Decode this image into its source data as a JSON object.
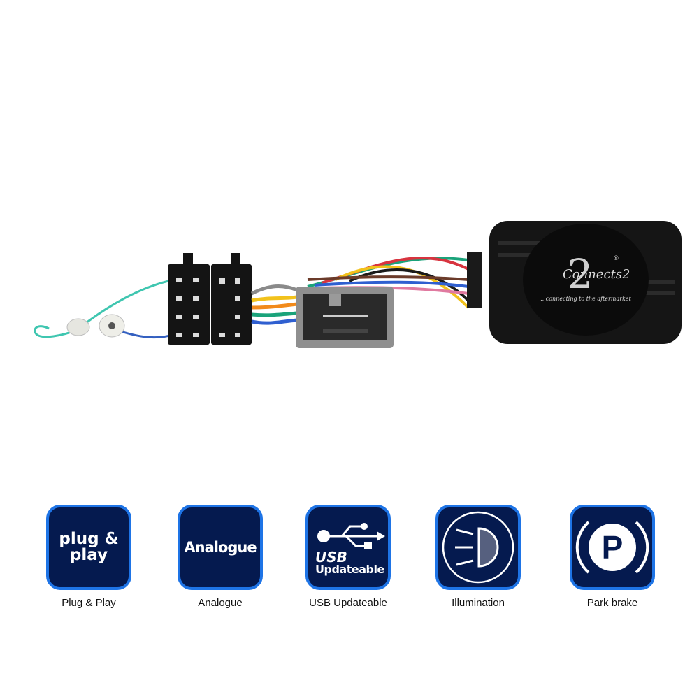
{
  "product": {
    "brand_logo_text": "Connects2",
    "brand_tagline": "...connecting to the aftermarket",
    "registered_mark": "®",
    "wire_colors": [
      "#1aa37a",
      "#d8343f",
      "#f2c21b",
      "#1a1a1a",
      "#2f5fd0",
      "#e07aa0",
      "#6b3b2a",
      "#8a8a8a",
      "#f28a1a"
    ]
  },
  "features": [
    {
      "badge_text_line1": "plug &",
      "badge_text_line2": "play",
      "caption": "Plug & Play",
      "icon": "plug-and-play-icon"
    },
    {
      "badge_text_line1": "Analogue",
      "badge_text_line2": "",
      "caption": "Analogue",
      "icon": "analogue-icon"
    },
    {
      "badge_text_line1": "USB",
      "badge_text_line2": "Updateable",
      "caption": "USB Updateable",
      "icon": "usb-icon"
    },
    {
      "badge_text_line1": "",
      "badge_text_line2": "",
      "caption": "Illumination",
      "icon": "headlight-icon"
    },
    {
      "badge_text_line1": "P",
      "badge_text_line2": "",
      "caption": "Park brake",
      "icon": "park-brake-icon"
    }
  ],
  "colors": {
    "badge_bg": "#051a4f",
    "badge_border": "#1e74e6"
  }
}
